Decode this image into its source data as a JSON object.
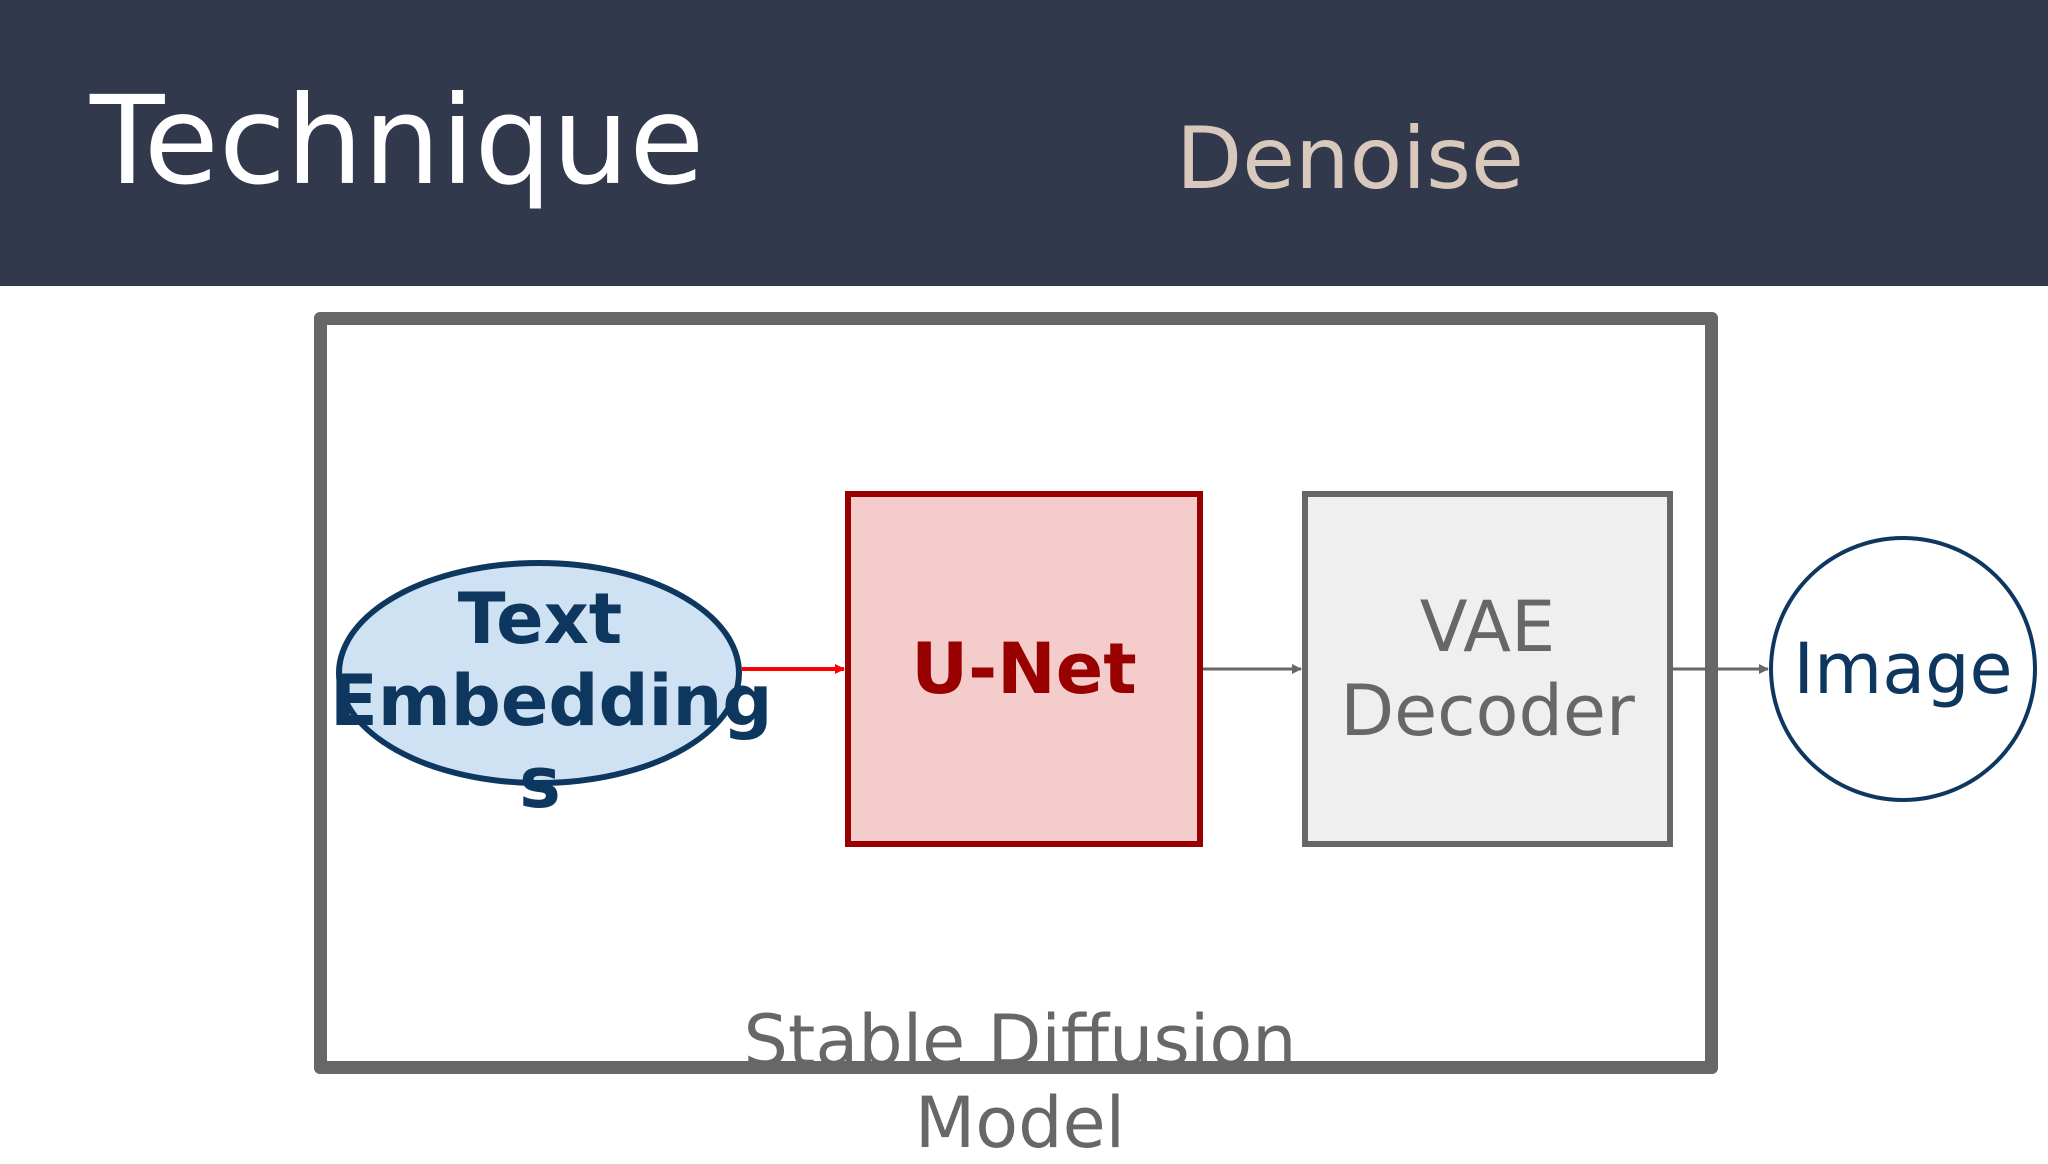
{
  "slide": {
    "title": "Technique",
    "subtitle": "Denoise"
  },
  "diagram": {
    "nodes": {
      "text_embeddings": {
        "line1": "Text",
        "line2": "Embedding",
        "line3": "s"
      },
      "unet": {
        "label": "U-Net"
      },
      "vae_decoder": {
        "line1": "VAE",
        "line2": "Decoder"
      },
      "image": {
        "label": "Image"
      }
    },
    "container": {
      "line1": "Stable Diffusion",
      "line2": "Model"
    }
  },
  "colors": {
    "header_bg": "#32394c",
    "title": "#ffffff",
    "subtitle": "#d9c9bc",
    "text_embeddings_fill": "#cfe2f3",
    "text_embeddings_stroke": "#0e3760",
    "unet_fill": "#f4cccc",
    "unet_stroke": "#990000",
    "vae_fill": "#efefef",
    "vae_stroke": "#676767",
    "arrow_red": "#ff0000",
    "arrow_gray": "#676767"
  }
}
